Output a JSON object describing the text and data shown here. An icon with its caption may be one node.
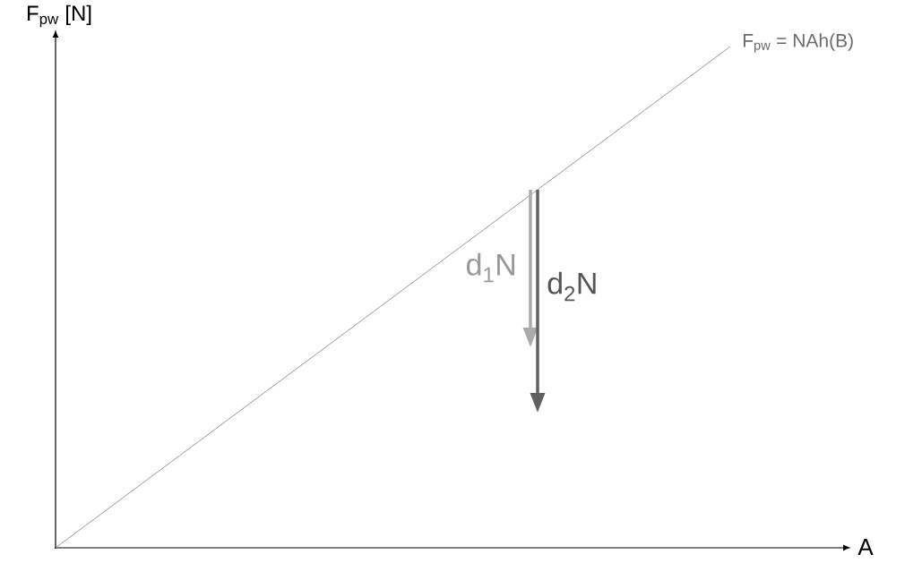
{
  "diagram": {
    "labels": [
      "F$_{pw}$ [N]",
      "F$_{pw}$ = NAh(B)",
      "d$_{1}$N",
      "d$_{2}$N",
      "A"
    ]
  }
}
